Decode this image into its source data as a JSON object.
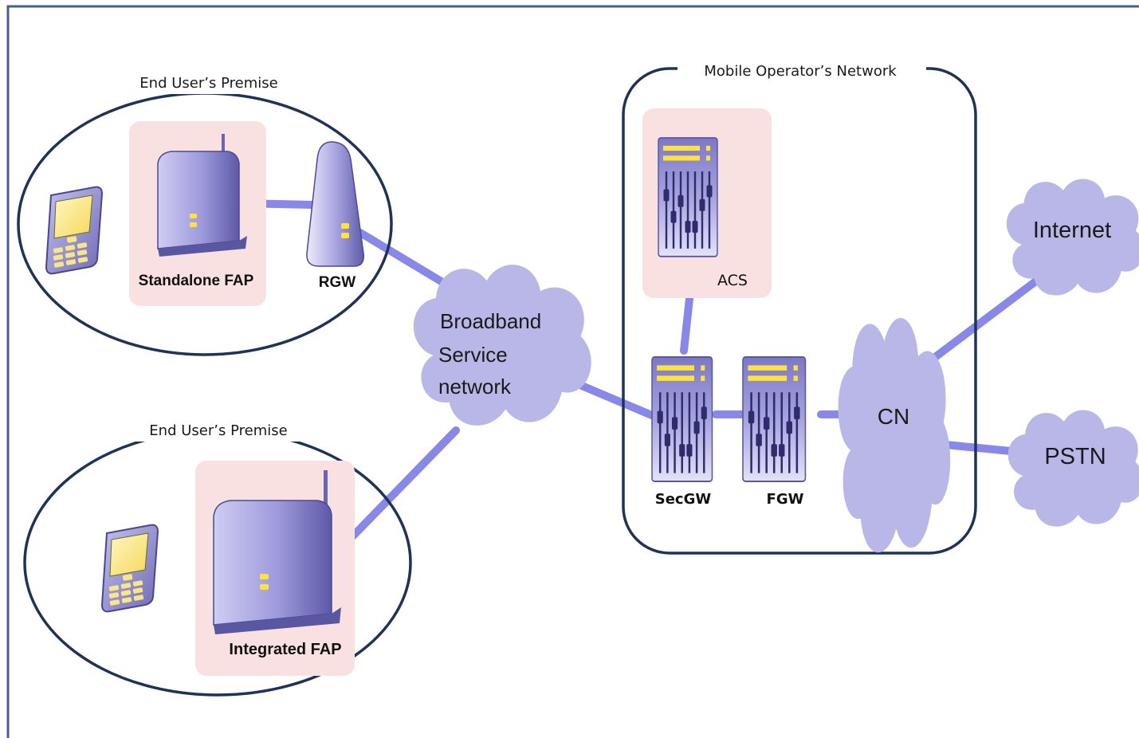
{
  "colors": {
    "frame": "#44608e",
    "boundary": "#1f3358",
    "link": "#8888e8",
    "pink": "#f9e1e1",
    "cloud": "#b9b7e8",
    "device": "#9b97d8",
    "device_dark": "#57539c",
    "accent": "#ffe23b",
    "phone_screen": "#fbe58a"
  },
  "premise_top": {
    "title": "End User’s Premise",
    "fap_label": "Standalone FAP",
    "rgw_label": "RGW"
  },
  "premise_bottom": {
    "title": "End User’s Premise",
    "fap_label": "Integrated FAP"
  },
  "broadband": {
    "line1": "Broadband",
    "line2": "Service",
    "line3": "network"
  },
  "operator": {
    "title": "Mobile Operator’s Network",
    "acs_label": "ACS",
    "secgw_label": "SecGW",
    "fgw_label": "FGW",
    "cn_label": "CN"
  },
  "external": {
    "internet_label": "Internet",
    "pstn_label": "PSTN"
  },
  "icons": [
    "mobile-phone-icon",
    "femto-access-point-icon",
    "residential-gateway-icon",
    "server-rack-icon",
    "cloud-icon"
  ]
}
